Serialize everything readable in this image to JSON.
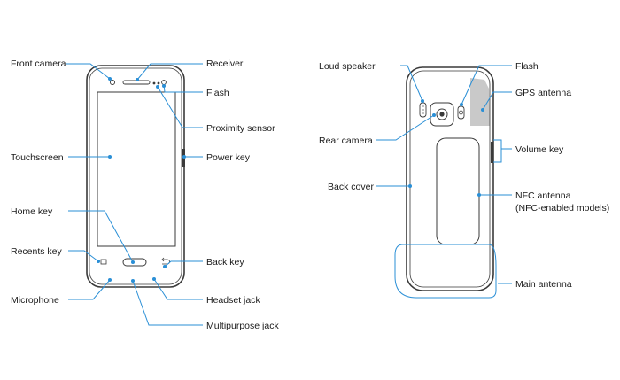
{
  "front": {
    "front_camera": "Front camera",
    "receiver": "Receiver",
    "flash": "Flash",
    "proximity_sensor": "Proximity sensor",
    "touchscreen": "Touchscreen",
    "power_key": "Power key",
    "home_key": "Home key",
    "recents_key": "Recents key",
    "back_key": "Back key",
    "microphone": "Microphone",
    "headset_jack": "Headset jack",
    "multipurpose_jack": "Multipurpose jack"
  },
  "back": {
    "loud_speaker": "Loud speaker",
    "flash": "Flash",
    "gps_antenna": "GPS antenna",
    "rear_camera": "Rear camera",
    "volume_key": "Volume key",
    "back_cover": "Back cover",
    "nfc_antenna": "NFC antenna",
    "nfc_note": "(NFC-enabled models)",
    "main_antenna": "Main antenna"
  },
  "colors": {
    "leader": "#2a8fd6",
    "outline": "#3a3a3a",
    "antenna_fill": "#c9c9c9"
  }
}
